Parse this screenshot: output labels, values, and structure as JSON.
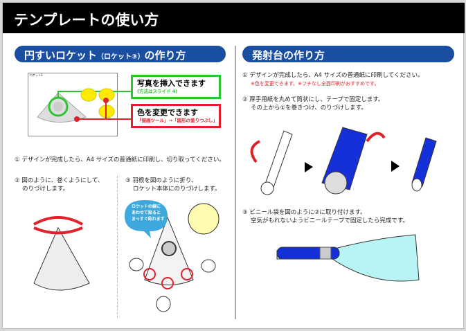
{
  "title": "テンプレートの使い方",
  "left": {
    "header": "円すいロケット",
    "header_sub": "（ロケット③）",
    "header_tail": "の作り方",
    "thumb_label": "ロケット3",
    "photo_box": {
      "title": "写真を挿入できます",
      "note": "(方法はスライド 4)"
    },
    "color_box": {
      "title": "色を変更できます",
      "note": "「描画ツール」→「図形の塗りつぶし」"
    },
    "step1": "① デザインが完成したら、A4 サイズの普通紙に印刷し、切り取ってください。",
    "step2_l1": "② 図のように、巻くようにして、",
    "step2_l2": "のりづけします。",
    "step3_l1": "③ 羽根を図のように折り、",
    "step3_l2": "ロケット本体にのりづけします。",
    "bubble": [
      "ロケットの線に",
      "あわせて貼ると",
      "まっすぐ貼れます"
    ]
  },
  "right": {
    "header": "発射台の作り方",
    "step1": "① デザインが完成したら、A4 サイズの普通紙に印刷してください。",
    "step1_note": "※色を変更できます。※フチなし全面印刷がおすすめです。",
    "step2_l1": "② 厚手用紙を丸めて筒状にし、テープで固定します。",
    "step2_l2": "その上から①を巻きつけ、のりづけします。",
    "step3_l1": "③ ビニール袋を図のように②に取り付けます。",
    "step3_l2": "空気がもれないようビニールテープで固定したら完成です。"
  },
  "colors": {
    "header": "#1a4ea0",
    "green": "#2ec42e",
    "red": "#e0202a",
    "blue": "#1530d8"
  }
}
